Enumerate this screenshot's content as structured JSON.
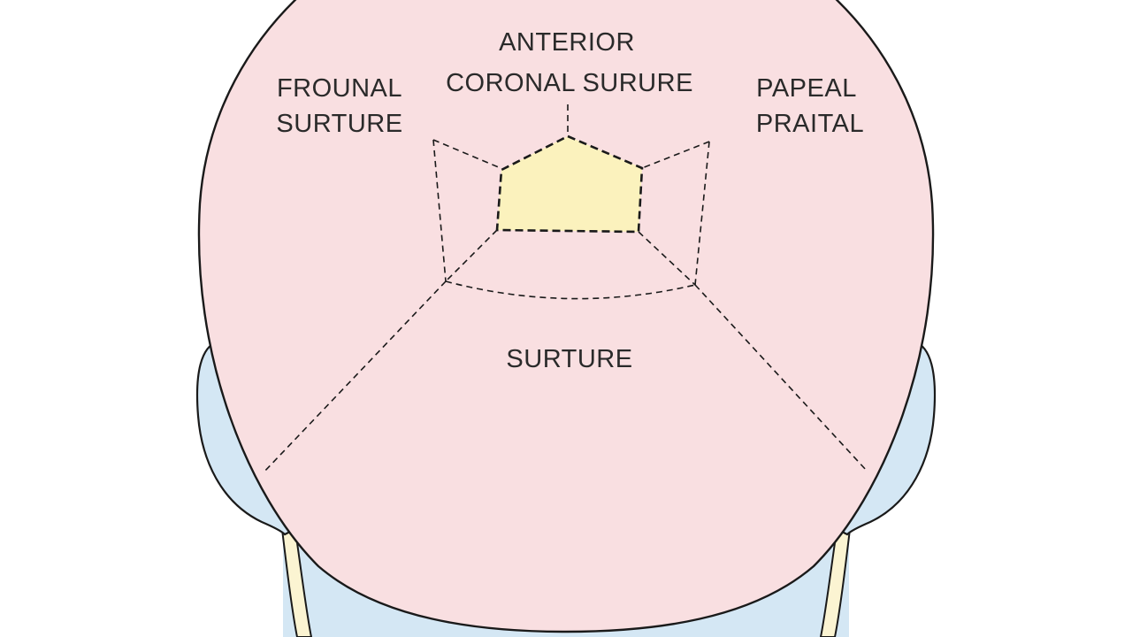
{
  "labels": {
    "top_line1": "ANTERIOR",
    "top_line2": "CORONAL SURURE",
    "left_line1": "FROUNAL",
    "left_line2": "SURTURE",
    "right_line1": "PAPEAL",
    "right_line2": "PRAITAL",
    "center": "SURTURE"
  },
  "colors": {
    "skin": "#f9dfe1",
    "ear": "#d4e7f4",
    "neck_outer": "#d4e7f4",
    "neck_inner": "#fbf4d2",
    "fontanelle": "#fbf2bd",
    "outline": "#1a1a1a",
    "text": "#2a2a2a"
  }
}
